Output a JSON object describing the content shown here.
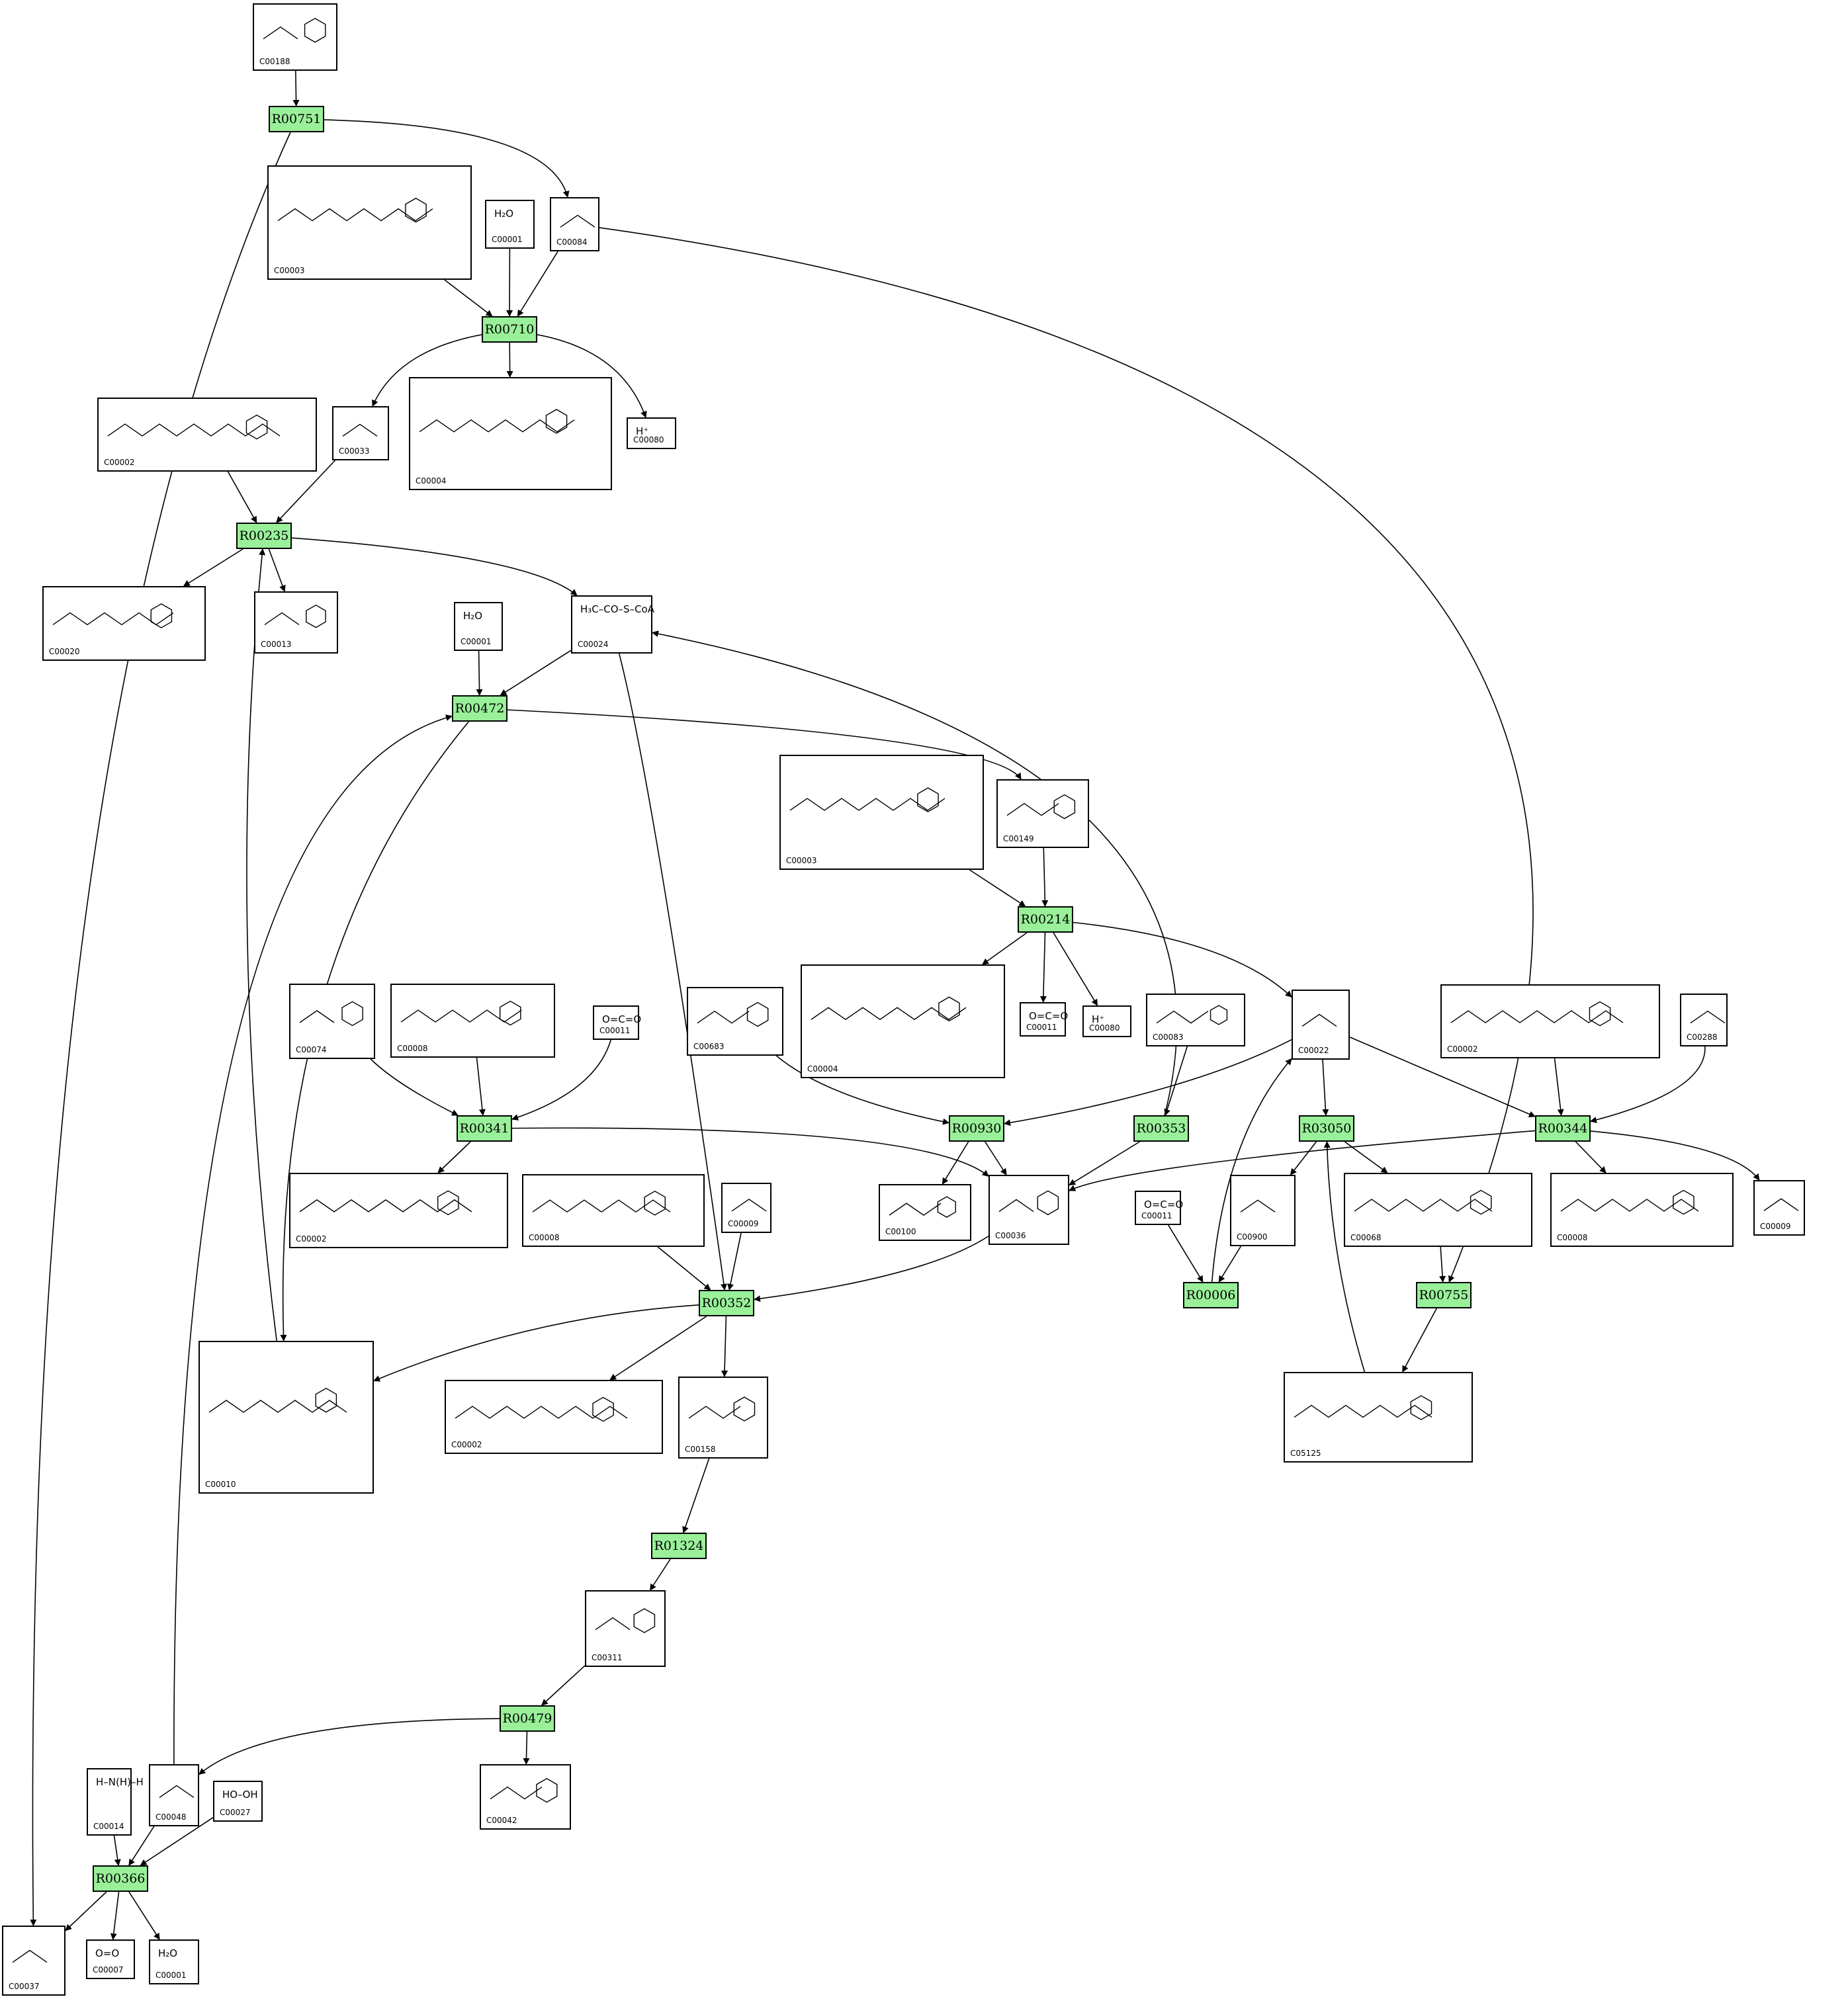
{
  "colors": {
    "reaction_fill": "#99f099",
    "edge": "#000000",
    "border": "#000000",
    "background": "#ffffff"
  },
  "reactions": [
    "R00751",
    "R00710",
    "R00235",
    "R00472",
    "R00214",
    "R00341",
    "R00930",
    "R00353",
    "R03050",
    "R00344",
    "R00352",
    "R00006",
    "R00755",
    "R01324",
    "R00479",
    "R00366"
  ],
  "compounds": [
    {
      "key": "c180",
      "id": "C00188",
      "formula": ""
    },
    {
      "key": "c3a",
      "id": "C00003",
      "formula": ""
    },
    {
      "key": "c1a",
      "id": "C00001",
      "formula": "H₂O"
    },
    {
      "key": "c84",
      "id": "C00084",
      "formula": ""
    },
    {
      "key": "c2a",
      "id": "C00002",
      "formula": ""
    },
    {
      "key": "c33",
      "id": "C00033",
      "formula": ""
    },
    {
      "key": "c4a",
      "id": "C00004",
      "formula": ""
    },
    {
      "key": "c80a",
      "id": "C00080",
      "formula": "H⁺"
    },
    {
      "key": "c20",
      "id": "C00020",
      "formula": ""
    },
    {
      "key": "c13",
      "id": "C00013",
      "formula": ""
    },
    {
      "key": "c1b",
      "id": "C00001",
      "formula": "H₂O"
    },
    {
      "key": "c24",
      "id": "C00024",
      "formula": "H₃C–CO–S–CoA"
    },
    {
      "key": "c3b",
      "id": "C00003",
      "formula": ""
    },
    {
      "key": "c149",
      "id": "C00149",
      "formula": ""
    },
    {
      "key": "c74",
      "id": "C00074",
      "formula": ""
    },
    {
      "key": "c8a",
      "id": "C00008",
      "formula": ""
    },
    {
      "key": "c11a",
      "id": "C00011",
      "formula": "O=C=O"
    },
    {
      "key": "c683",
      "id": "C00683",
      "formula": ""
    },
    {
      "key": "c4b",
      "id": "C00004",
      "formula": ""
    },
    {
      "key": "c11b",
      "id": "C00011",
      "formula": "O=C=O"
    },
    {
      "key": "c80b",
      "id": "C00080",
      "formula": "H⁺"
    },
    {
      "key": "c83",
      "id": "C00083",
      "formula": ""
    },
    {
      "key": "c22",
      "id": "C00022",
      "formula": ""
    },
    {
      "key": "c2b",
      "id": "C00002",
      "formula": ""
    },
    {
      "key": "c288",
      "id": "C00288",
      "formula": ""
    },
    {
      "key": "c2c",
      "id": "C00002",
      "formula": ""
    },
    {
      "key": "c8b",
      "id": "C00008",
      "formula": ""
    },
    {
      "key": "c9a",
      "id": "C00009",
      "formula": ""
    },
    {
      "key": "c100",
      "id": "C00100",
      "formula": ""
    },
    {
      "key": "c36",
      "id": "C00036",
      "formula": ""
    },
    {
      "key": "c11c",
      "id": "C00011",
      "formula": "O=C=O"
    },
    {
      "key": "c900",
      "id": "C00900",
      "formula": ""
    },
    {
      "key": "c68",
      "id": "C00068",
      "formula": ""
    },
    {
      "key": "c8c",
      "id": "C00008",
      "formula": ""
    },
    {
      "key": "c9b",
      "id": "C00009",
      "formula": ""
    },
    {
      "key": "c10",
      "id": "C00010",
      "formula": ""
    },
    {
      "key": "c2d",
      "id": "C00002",
      "formula": ""
    },
    {
      "key": "c158",
      "id": "C00158",
      "formula": ""
    },
    {
      "key": "c5125",
      "id": "C05125",
      "formula": ""
    },
    {
      "key": "c311",
      "id": "C00311",
      "formula": ""
    },
    {
      "key": "c42",
      "id": "C00042",
      "formula": ""
    },
    {
      "key": "c14",
      "id": "C00014",
      "formula": "H–N(H)–H"
    },
    {
      "key": "c48",
      "id": "C00048",
      "formula": ""
    },
    {
      "key": "c27",
      "id": "C00027",
      "formula": "HO–OH"
    },
    {
      "key": "c37",
      "id": "C00037",
      "formula": ""
    },
    {
      "key": "c7",
      "id": "C00007",
      "formula": "O=O"
    },
    {
      "key": "c1c",
      "id": "C00001",
      "formula": "H₂O"
    }
  ]
}
